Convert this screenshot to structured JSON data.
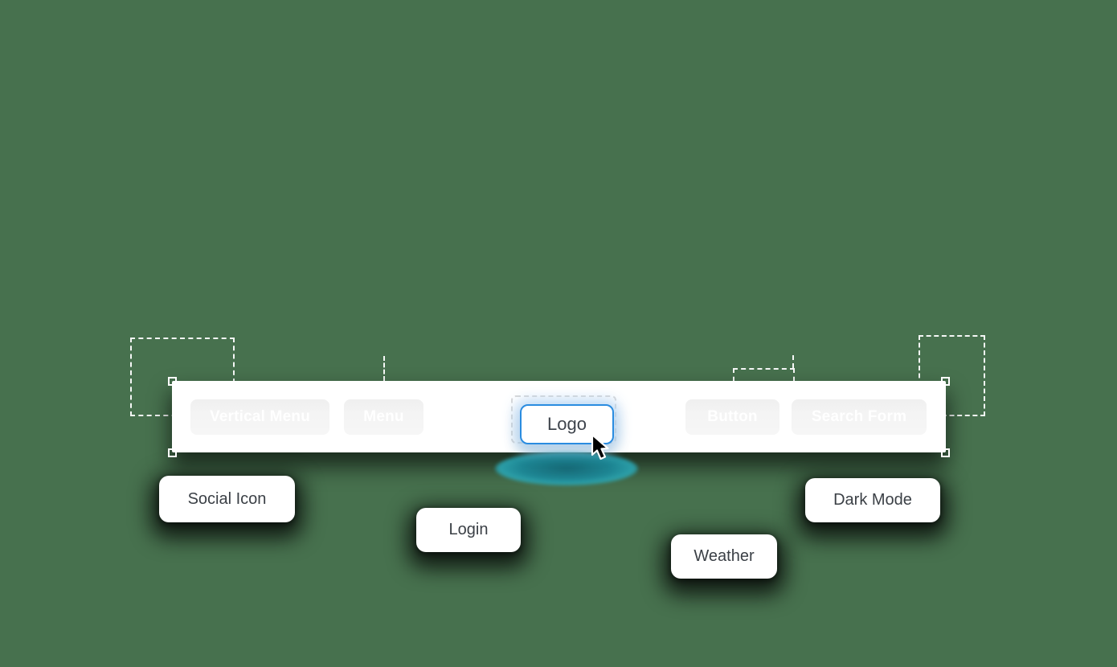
{
  "canvas": {
    "background_color": "#47714e"
  },
  "header_bar": {
    "ghost_items": [
      {
        "label": "Vertical Menu"
      },
      {
        "label": "Menu"
      },
      {
        "label": "Button"
      },
      {
        "label": "Search Form"
      }
    ],
    "dragged_item": {
      "label": "Logo",
      "border_color": "#2a8ce0",
      "glow_color": "#1c8898"
    }
  },
  "floating_items": [
    {
      "label": "Social Icon"
    },
    {
      "label": "Login"
    },
    {
      "label": "Weather"
    },
    {
      "label": "Dark Mode"
    }
  ],
  "colors": {
    "bar_background": "#ffffff",
    "ghost_chip_background": "#f4f4f4",
    "ghost_chip_text": "#ffffff",
    "chip_text": "#3b4046",
    "dropzone_dash": "#ffffff",
    "logo_dash": "#d7d7d7"
  }
}
